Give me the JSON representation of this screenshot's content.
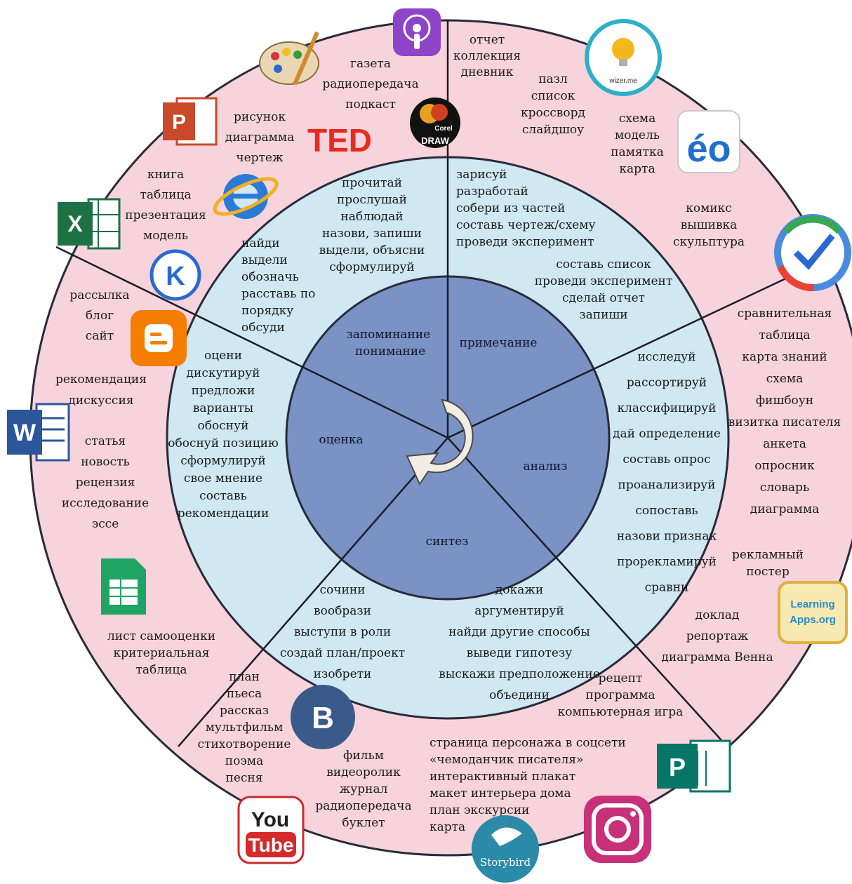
{
  "colors": {
    "outer_ring": "#f7d3dc",
    "middle_ring": "#cfe8f2",
    "core": "#7a92c4",
    "divider": "#1c1c2a",
    "ring_border": "#2a2a3a"
  },
  "core_labels": {
    "remember": [
      "запоминание",
      "понимание"
    ],
    "note": [
      "примечание"
    ],
    "analysis": [
      "анализ"
    ],
    "synthesis": [
      "синтез"
    ],
    "evaluation": [
      "оценка"
    ]
  },
  "middle_ring": {
    "remember": [
      "прочитай",
      "прослушай",
      "наблюдай",
      "назови, запиши",
      "выдели, объясни",
      "сформулируй"
    ],
    "remember_left": [
      "найди",
      "выдели",
      "обозначь",
      "расставь по",
      "порядку",
      "обсуди"
    ],
    "note": [
      "зарисуй",
      "разработай",
      "собери из частей",
      "составь чертеж/схему",
      "проведи эксперимент"
    ],
    "note_lower": [
      "составь список",
      "проведи эксперимент",
      "сделай отчет",
      "запиши"
    ],
    "analysis": [
      "исследуй",
      "рассортируй",
      "классифицируй",
      "дай определение",
      "составь опрос",
      "проанализируй",
      "сопоставь",
      "назови признак",
      "прорекламируй",
      "сравни"
    ],
    "synthesis_left": [
      "сочини",
      "вообрази",
      "выступи в роли",
      "создай план/проект",
      "изобрети"
    ],
    "synthesis_right": [
      "докажи",
      "аргументируй",
      "найди другие способы",
      "выведи гипотезу",
      "выскажи предположение",
      "объедини"
    ],
    "evaluation": [
      "оцени",
      "дискутируй",
      "предложи",
      "варианты",
      "обоснуй",
      "обоснуй позицию",
      "сформулируй",
      "свое мнение",
      "составь",
      "рекомендации"
    ]
  },
  "outer_ring": {
    "top_center": [
      "газета",
      "радиопередача",
      "подкаст"
    ],
    "top_left_a": [
      "рисунок",
      "диаграмма",
      "чертеж"
    ],
    "top_left_b": [
      "книга",
      "таблица",
      "презентация",
      "модель"
    ],
    "top_right_a": [
      "отчет",
      "коллекция",
      "дневник"
    ],
    "top_right_b": [
      "пазл",
      "список",
      "кроссворд",
      "слайдшоу"
    ],
    "top_right_c": [
      "схема",
      "модель",
      "памятка",
      "карта"
    ],
    "right_upper": [
      "комикс",
      "вышивка",
      "скульптура"
    ],
    "right": [
      "сравнительная",
      "таблица",
      "карта знаний",
      "схема",
      "фишбоун",
      "визитка писателя",
      "анкета",
      "опросник",
      "словарь",
      "диаграмма"
    ],
    "right_lower": [
      "рекламный",
      "постер"
    ],
    "right_bottom": [
      "доклад",
      "репортаж",
      "диаграмма Венна"
    ],
    "bottom_right_a": [
      "рецепт",
      "программа",
      "компьютерная игра"
    ],
    "bottom_right_b": [
      "страница персонажа в соцсети",
      "«чемоданчик писателя»",
      "интерактивный плакат",
      "макет интерьера дома",
      "план экскурсии",
      "карта"
    ],
    "bottom_center": [
      "фильм",
      "видеоролик",
      "журнал",
      "радиопередача",
      "буклет"
    ],
    "bottom_left": [
      "план",
      "пьеса",
      "рассказ",
      "мультфильм",
      "стихотворение",
      "поэма",
      "песня"
    ],
    "left_upper": [
      "рассылка",
      "блог",
      "сайт"
    ],
    "left_mid": [
      "рекомендация",
      "дискуссия"
    ],
    "left": [
      "статья",
      "новость",
      "рецензия",
      "исследование",
      "эссе"
    ],
    "left_bottom": [
      "лист самооценки",
      "критериальная",
      "таблица"
    ]
  },
  "icons": {
    "ted": "TED",
    "corel_top": "Corel",
    "corel_bottom": "DRAW",
    "wizer": "wizer.me",
    "eo": "éo",
    "learningapps_1": "Learning",
    "learningapps_2": "Apps.org",
    "vk": "B",
    "youtube_1": "You",
    "youtube_2": "Tube",
    "storybird": "Storybird",
    "publisher": "P",
    "word": "W",
    "excel": "X",
    "powerpoint": "P",
    "names": [
      "podcast-icon",
      "paint-palette-icon",
      "powerpoint-icon",
      "ted-logo",
      "coreldraw-icon",
      "wizer-icon",
      "eo-icon",
      "internet-explorer-icon",
      "excel-icon",
      "k-logo-icon",
      "google-forms-check-icon",
      "blogger-icon",
      "word-icon",
      "google-sheets-icon",
      "learningapps-icon",
      "vk-icon",
      "publisher-icon",
      "youtube-icon",
      "storybird-icon",
      "instagram-icon"
    ]
  }
}
